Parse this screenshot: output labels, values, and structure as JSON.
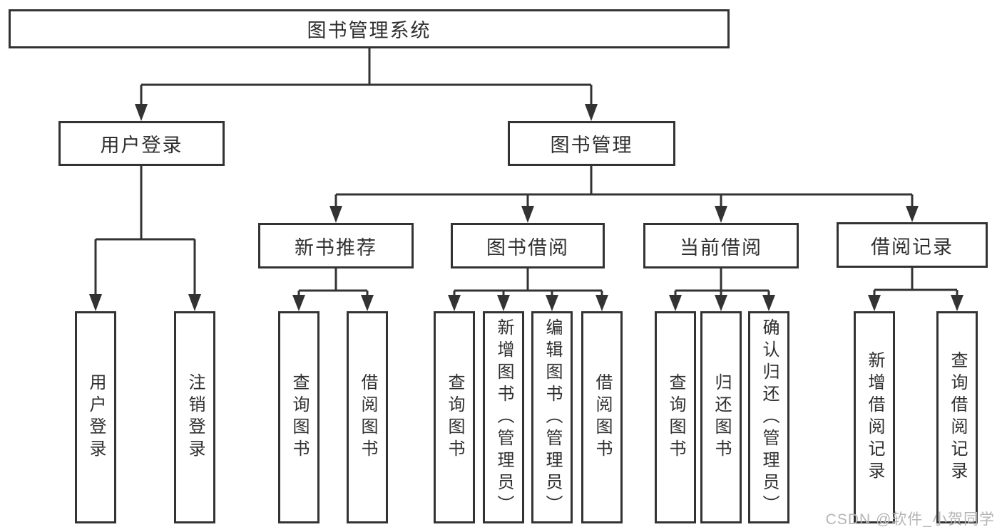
{
  "diagram": {
    "title": "图书管理系统",
    "branches": [
      {
        "label": "用户登录",
        "children": [
          {
            "label": "用户登录"
          },
          {
            "label": "注销登录"
          }
        ]
      },
      {
        "label": "图书管理",
        "children": [
          {
            "label": "新书推荐",
            "children": [
              {
                "label": "查询图书"
              },
              {
                "label": "借阅图书"
              }
            ]
          },
          {
            "label": "图书借阅",
            "children": [
              {
                "label": "查询图书"
              },
              {
                "label": "新增图书（管理员）"
              },
              {
                "label": "编辑图书（管理员）"
              },
              {
                "label": "借阅图书"
              }
            ]
          },
          {
            "label": "当前借阅",
            "children": [
              {
                "label": "查询图书"
              },
              {
                "label": "归还图书"
              },
              {
                "label": "确认归还（管理员）"
              }
            ]
          },
          {
            "label": "借阅记录",
            "children": [
              {
                "label": "新增借阅记录"
              },
              {
                "label": "查询借阅记录"
              }
            ]
          }
        ]
      }
    ]
  },
  "watermark": {
    "text": "CSDN @软件_小贺同学"
  },
  "colors": {
    "line": "#333333",
    "box_border": "#333333",
    "text": "#2f2f2f",
    "watermark": "#b5b5b5",
    "background": "#ffffff"
  }
}
